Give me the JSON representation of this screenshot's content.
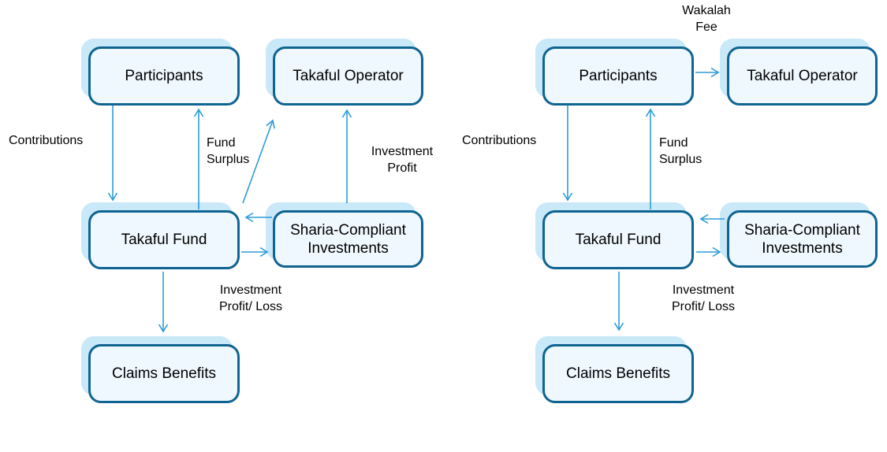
{
  "palette": {
    "background": "#ffffff",
    "box_border": "#0f6491",
    "box_fill": "#eff8fe",
    "box_shadow": "#c9e8f8",
    "arrow": "#2e9cd6",
    "text": "#000000"
  },
  "left_model": {
    "boxes": {
      "participants": "Participants",
      "takaful_operator": "Takaful Operator",
      "takaful_fund": "Takaful Fund",
      "sharia_investments": "Sharia-Compliant Investments",
      "claims_benefits": "Claims Benefits"
    },
    "flow_labels": {
      "contributions": "Contributions",
      "fund_surplus": "Fund Surplus",
      "investment_profit": "Investment Profit",
      "investment_profit_loss": "Investment Profit/ Loss"
    }
  },
  "right_model": {
    "boxes": {
      "participants": "Participants",
      "takaful_operator": "Takaful Operator",
      "takaful_fund": "Takaful Fund",
      "sharia_investments": "Sharia-Compliant Investments",
      "claims_benefits": "Claims Benefits"
    },
    "flow_labels": {
      "wakalah_fee": "Wakalah Fee",
      "contributions": "Contributions",
      "fund_surplus": "Fund Surplus",
      "investment_profit_loss": "Investment Profit/ Loss"
    }
  }
}
